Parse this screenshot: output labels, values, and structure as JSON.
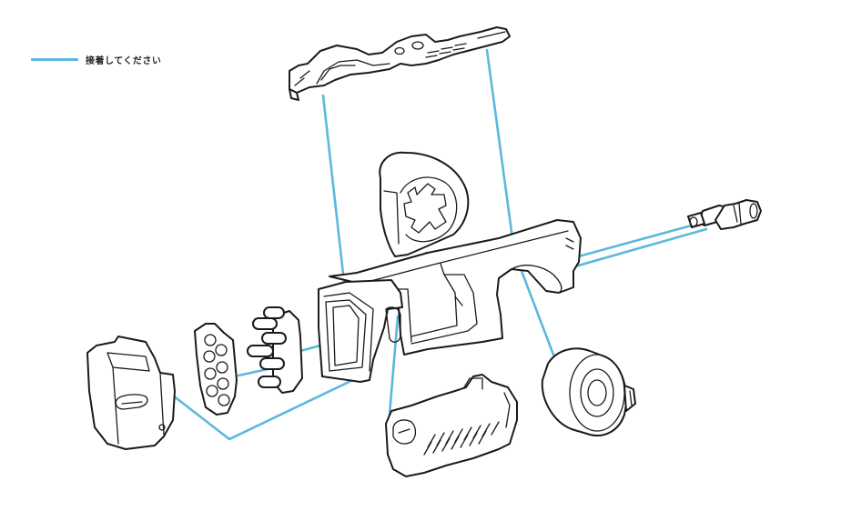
{
  "legend": {
    "label": "接着してください",
    "color": "#5bb8dd"
  },
  "parts": [
    "top-rail",
    "scope-mount",
    "main-body",
    "muzzle-tip",
    "side-block",
    "end-cap",
    "cartridge-plate",
    "dart-cluster",
    "grip-panel",
    "drum-wheel"
  ],
  "colors": {
    "outline": "#1a1a1a",
    "glue_line": "#5bb8dd",
    "background": "#ffffff"
  }
}
